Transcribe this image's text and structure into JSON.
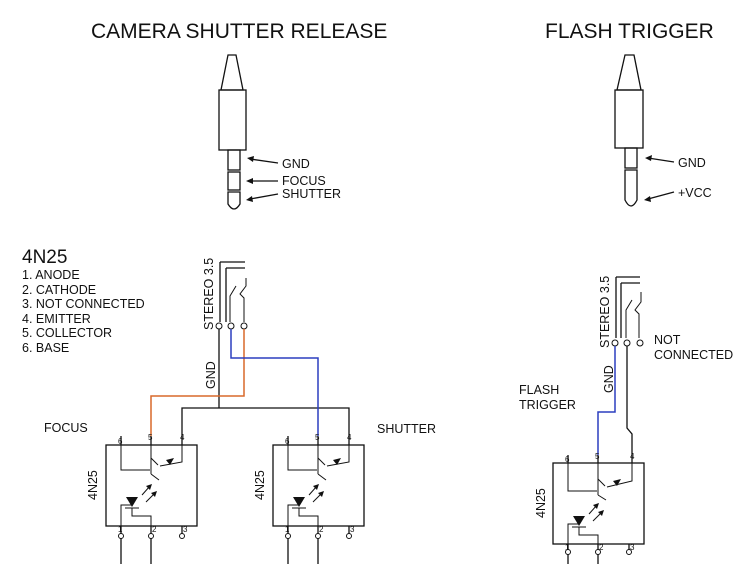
{
  "titles": {
    "shutter_release": "CAMERA SHUTTER RELEASE",
    "flash_trigger": "FLASH TRIGGER"
  },
  "plug_labels": {
    "release": [
      "GND",
      "FOCUS",
      "SHUTTER"
    ],
    "flash": [
      "GND",
      "+VCC"
    ]
  },
  "pinout": {
    "title": "4N25",
    "items": [
      "1. ANODE",
      "2. CATHODE",
      "3. NOT CONNECTED",
      "4. EMITTER",
      "5. COLLECTOR",
      "6. BASE"
    ]
  },
  "circuit_labels": {
    "stereo": "STEREO 3.5",
    "gnd": "GND",
    "focus": "FOCUS",
    "shutter": "SHUTTER",
    "ic_name": "4N25",
    "flash_trigger_line1": "FLASH",
    "flash_trigger_line2": "TRIGGER",
    "not_connected_line1": "NOT",
    "not_connected_line2": "CONNECTED"
  },
  "pin_numbers": {
    "top": [
      "6",
      "5",
      "4"
    ],
    "bottom": [
      "1",
      "2",
      "3"
    ]
  },
  "colors": {
    "focus_wire": "#d9692a",
    "shutter_wire": "#2b3fbf",
    "line": "#111111"
  }
}
